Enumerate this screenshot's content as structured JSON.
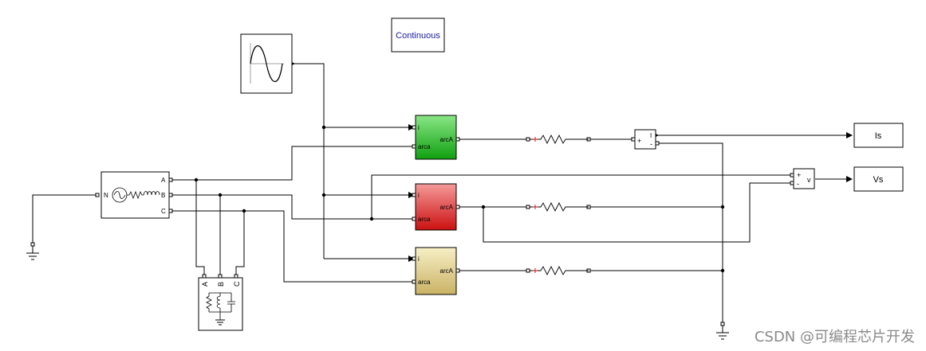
{
  "solver_block": {
    "label": "Continuous"
  },
  "source_block": {
    "ports": [
      "N",
      "A",
      "B",
      "C"
    ]
  },
  "load_block": {
    "ports": [
      "A",
      "B",
      "C"
    ]
  },
  "fault_blocks": [
    {
      "in_top": "i",
      "in_bottom": "arca",
      "out": "arcA",
      "fill_top": "#7ee07a",
      "fill_bottom": "#16a516"
    },
    {
      "in_top": "i",
      "in_bottom": "arca",
      "out": "arcA",
      "fill_top": "#f58a8a",
      "fill_bottom": "#d41a1a"
    },
    {
      "in_top": "i",
      "in_bottom": "arca",
      "out": "arcA",
      "fill_top": "#f5ebbd",
      "fill_bottom": "#cfbb6a"
    }
  ],
  "current_meas": {
    "top": "I",
    "plus": "+",
    "minus": "-"
  },
  "voltage_meas": {
    "plus": "+",
    "minus": "-",
    "out": "v"
  },
  "scopes": {
    "is": "Is",
    "vs": "Vs"
  },
  "watermark": "CSDN @可编程芯片开发"
}
